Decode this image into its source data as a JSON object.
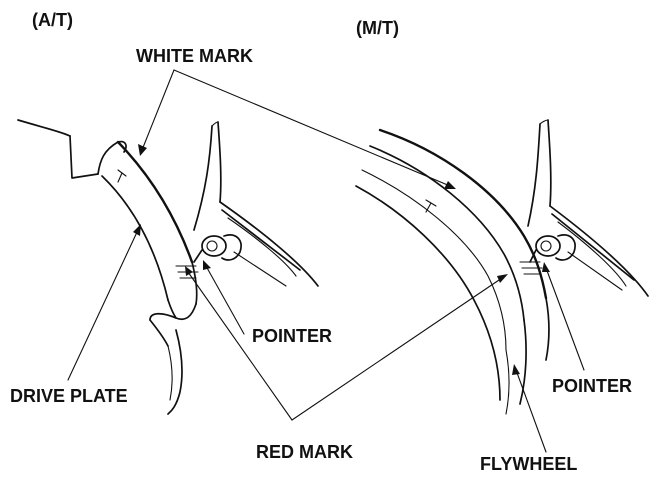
{
  "labels": {
    "at": "(A/T)",
    "mt": "(M/T)",
    "white_mark": "WHITE MARK",
    "pointer_at": "POINTER",
    "drive_plate": "DRIVE PLATE",
    "red_mark": "RED MARK",
    "pointer_mt": "POINTER",
    "flywheel": "FLYWHEEL"
  }
}
